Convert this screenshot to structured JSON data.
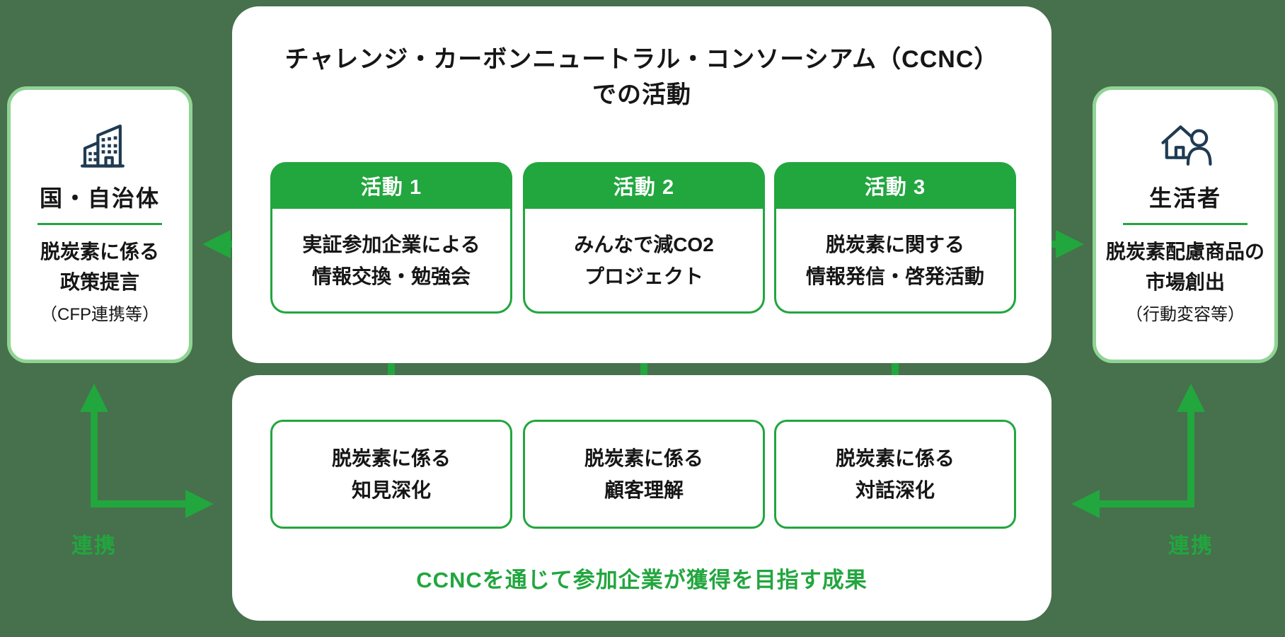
{
  "colors": {
    "background": "#47704D",
    "accent_green": "#22A63E",
    "pale_green_border": "#90D494",
    "icon_navy": "#1F3B52",
    "text_dark": "#161616"
  },
  "top_panel": {
    "title_line1": "チャレンジ・カーボンニュートラル・コンソーシアム（CCNC）",
    "title_line2": "での活動",
    "activities": [
      {
        "header": "活動 1",
        "body_line1": "実証参加企業による",
        "body_line2": "情報交換・勉強会"
      },
      {
        "header": "活動 2",
        "body_line1": "みんなで減CO2",
        "body_line2": "プロジェクト"
      },
      {
        "header": "活動 3",
        "body_line1": "脱炭素に関する",
        "body_line2": "情報発信・啓発活動"
      }
    ]
  },
  "bottom_panel": {
    "outcomes": [
      {
        "line1": "脱炭素に係る",
        "line2": "知見深化"
      },
      {
        "line1": "脱炭素に係る",
        "line2": "顧客理解"
      },
      {
        "line1": "脱炭素に係る",
        "line2": "対話深化"
      }
    ],
    "caption": "CCNCを通じて参加企業が獲得を目指す成果"
  },
  "left_box": {
    "icon": "building-icon",
    "title": "国・自治体",
    "desc_line1": "脱炭素に係る",
    "desc_line2": "政策提言",
    "note": "（CFP連携等）"
  },
  "right_box": {
    "icon": "house-person-icon",
    "title": "生活者",
    "desc_line1": "脱炭素配慮商品の",
    "desc_line2": "市場創出",
    "note": "（行動変容等）"
  },
  "labels": {
    "left_link": "連携",
    "right_link": "連携"
  }
}
